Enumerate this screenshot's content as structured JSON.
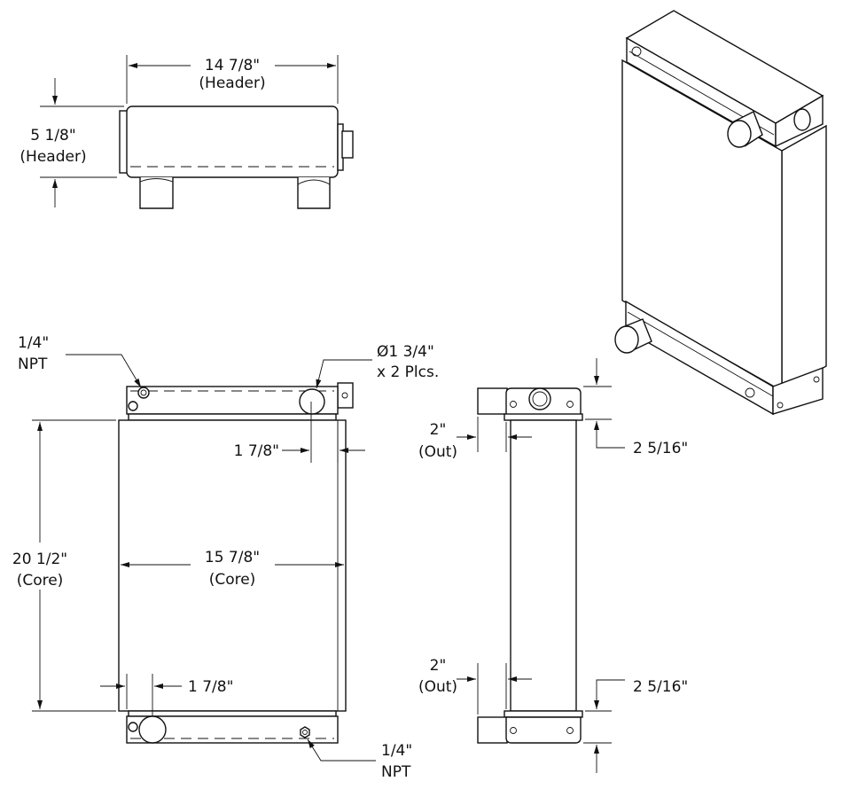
{
  "top_view": {
    "width_value": "14 7/8\"",
    "width_note": "(Header)",
    "height_value": "5 1/8\"",
    "height_note": "(Header)"
  },
  "front_view": {
    "npt_top_value": "1/4\"",
    "npt_top_note": "NPT",
    "port_value": "Ø1 3/4\"",
    "port_note": "x 2 Plcs.",
    "offset_top": "1 7/8\"",
    "core_height_value": "20 1/2\"",
    "core_height_note": "(Core)",
    "core_width_value": "15 7/8\"",
    "core_width_note": "(Core)",
    "offset_bottom": "1 7/8\"",
    "npt_bottom_value": "1/4\"",
    "npt_bottom_note": "NPT"
  },
  "side_view": {
    "out_top_value": "2\"",
    "out_top_note": "(Out)",
    "header_top": "2 5/16\"",
    "out_bottom_value": "2\"",
    "out_bottom_note": "(Out)",
    "header_bottom": "2 5/16\""
  }
}
